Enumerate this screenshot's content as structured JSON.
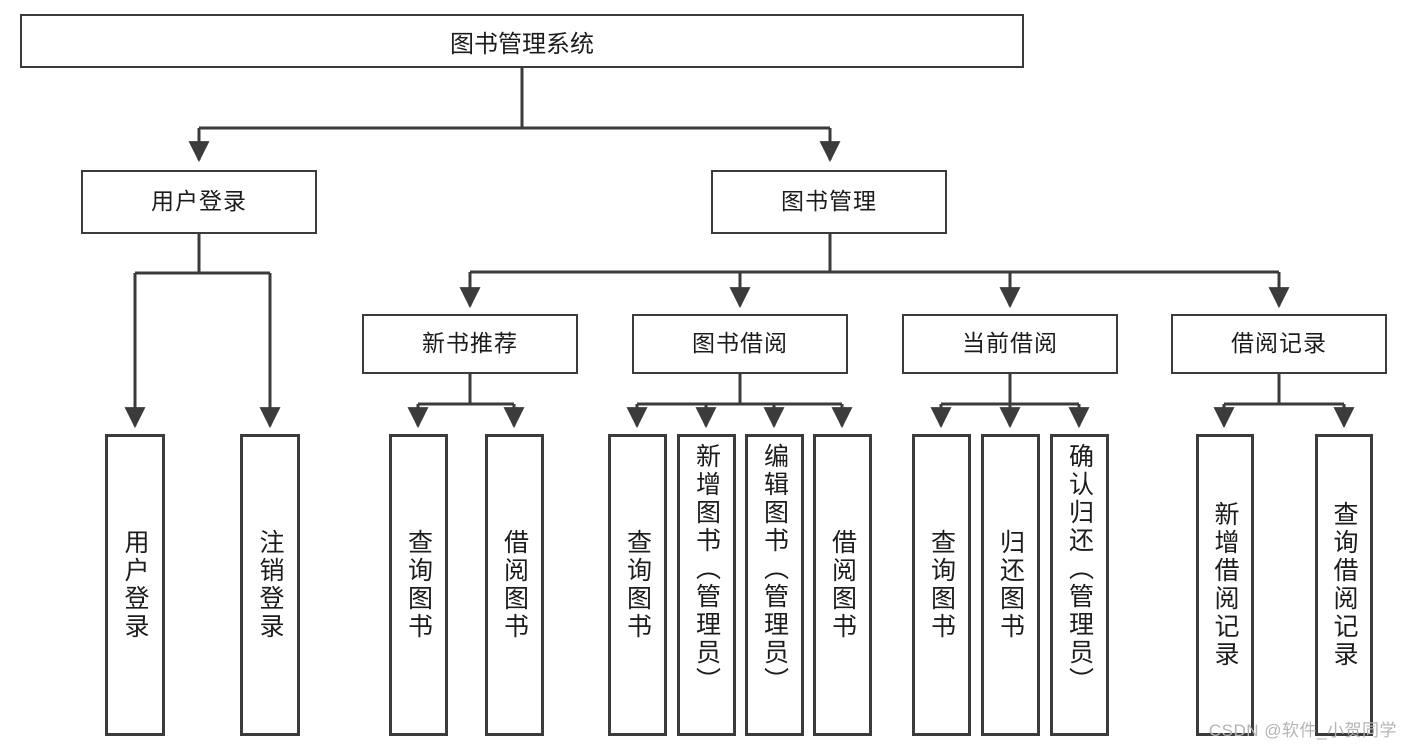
{
  "diagram": {
    "title": "图书管理系统",
    "style": {
      "border_color": "#3b3b3b",
      "text_color": "#1c1c1c",
      "background": "#ffffff",
      "watermark_color": "#b4b4b4"
    },
    "nodes": {
      "root": "图书管理系统",
      "level2": {
        "user_login": "用户登录",
        "book_manage": "图书管理"
      },
      "level3": {
        "new_book_rec": "新书推荐",
        "book_borrow": "图书借阅",
        "current_borrow": "当前借阅",
        "borrow_record": "借阅记录"
      },
      "leaves": {
        "login_user": "用户登录",
        "login_logout": "注销登录",
        "rec_query_book": "查询图书",
        "rec_borrow_book": "借阅图书",
        "borrow_query_book": "查询图书",
        "borrow_add_book": "新增图书（管理员）",
        "borrow_edit_book": "编辑图书（管理员）",
        "borrow_borrow_book": "借阅图书",
        "cur_query_book": "查询图书",
        "cur_return_book": "归还图书",
        "cur_confirm_return": "确认归还（管理员）",
        "rec_add_record": "新增借阅记录",
        "rec_query_record": "查询借阅记录"
      }
    }
  },
  "watermark": {
    "text": "CSDN @软件_小贺同学"
  }
}
